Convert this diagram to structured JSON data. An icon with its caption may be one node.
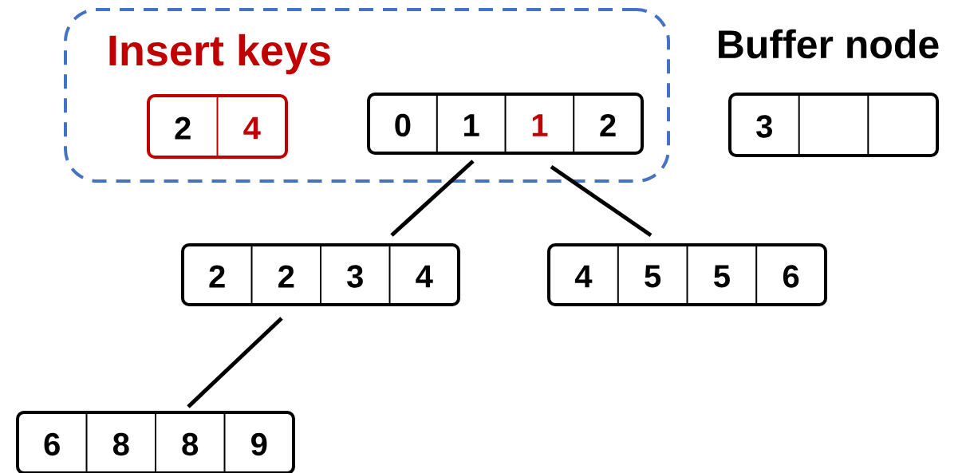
{
  "diagram": {
    "nodes": [
      {
        "text": [
          "Insert keys"
        ]
      },
      {
        "text": [
          "2",
          "4"
        ],
        "in": 0
      },
      {
        "text": [
          "0",
          "1",
          "1",
          "2"
        ],
        "in": 0
      },
      {
        "text": [
          "Buffer node",
          "3"
        ]
      },
      {
        "text": [
          "2",
          "2",
          "3",
          "4"
        ]
      },
      {
        "text": [
          "4",
          "5",
          "5",
          "6"
        ]
      },
      {
        "text": [
          "6",
          "8",
          "8",
          "9"
        ]
      }
    ],
    "edges": [
      {
        "from": 2,
        "to": 4,
        "arrow": "none"
      },
      {
        "from": 2,
        "to": 5,
        "arrow": "none"
      },
      {
        "from": 4,
        "to": 6,
        "arrow": "none"
      }
    ]
  }
}
